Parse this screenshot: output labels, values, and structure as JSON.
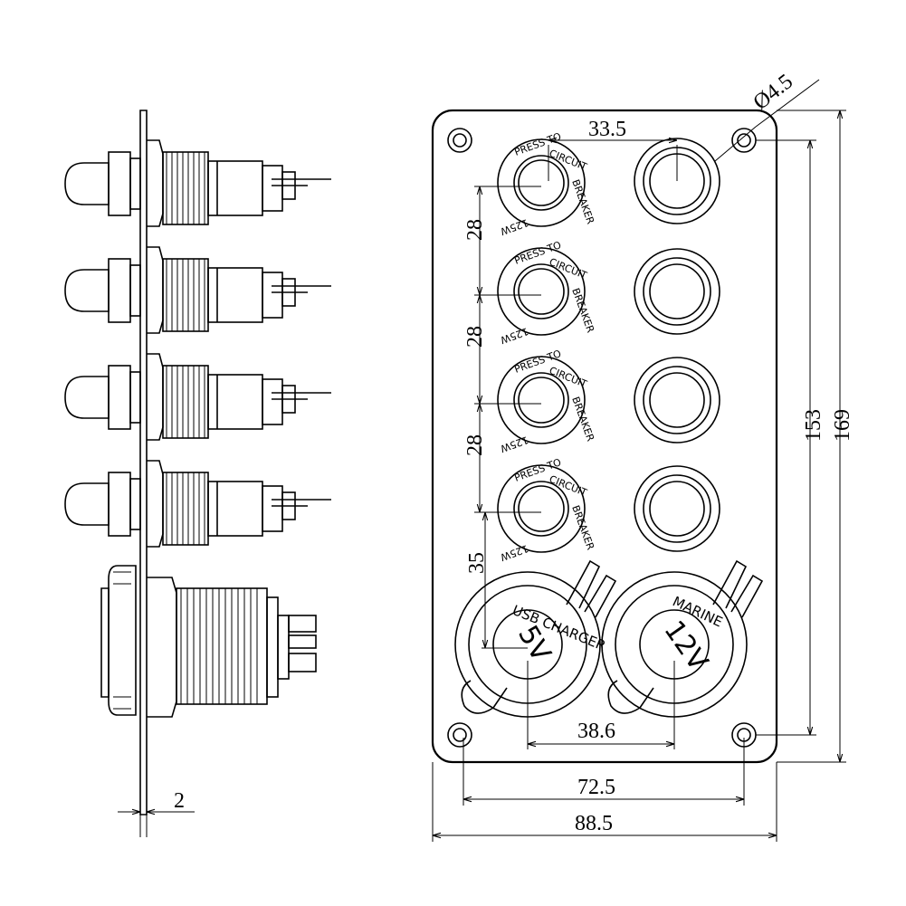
{
  "dimensions": {
    "hole_diameter": "Ø4.5",
    "switch_spacing_horizontal": "33.5",
    "switch_pitch_1": "28",
    "switch_pitch_2": "28",
    "switch_pitch_3": "28",
    "socket_offset": "35",
    "socket_spacing": "38.6",
    "hole_spacing_horizontal": "72.5",
    "panel_width": "88.5",
    "hole_spacing_vertical": "153",
    "panel_height": "169",
    "panel_thickness": "2"
  },
  "labels": {
    "breaker_line1": "PRESS TO",
    "breaker_line2": "CIRCUIT",
    "breaker_line3": "BREAKER",
    "breaker_line4": "125W",
    "usb_line1": "USB CHARGER",
    "usb_voltage": "5V",
    "marine_line1": "MARINE",
    "marine_voltage": "12V"
  },
  "colors": {
    "line": "#000000",
    "background": "#ffffff"
  }
}
